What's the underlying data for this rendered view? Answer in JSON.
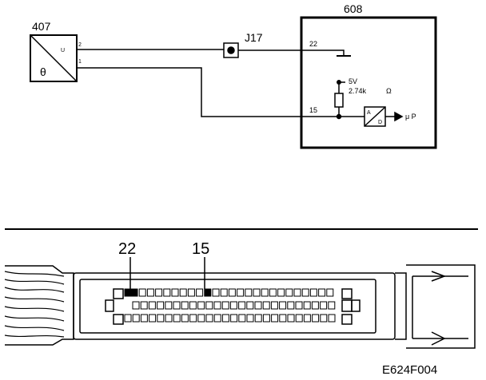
{
  "sensor": {
    "ref": "407",
    "symbol": "θ",
    "signal_label": "U",
    "pin_top": "2",
    "pin_bottom": "1"
  },
  "junction": {
    "ref": "J17"
  },
  "control_unit": {
    "ref": "608",
    "pin_ground": "22",
    "pin_signal": "15",
    "supply": "5V",
    "resistor_value": "2.74k",
    "resistor_unit": "Ω",
    "adc_top": "A",
    "adc_bottom": "D",
    "output": "μ P"
  },
  "connector": {
    "callouts": [
      "22",
      "15"
    ],
    "rows": 3
  },
  "figure_code": "E624F004"
}
